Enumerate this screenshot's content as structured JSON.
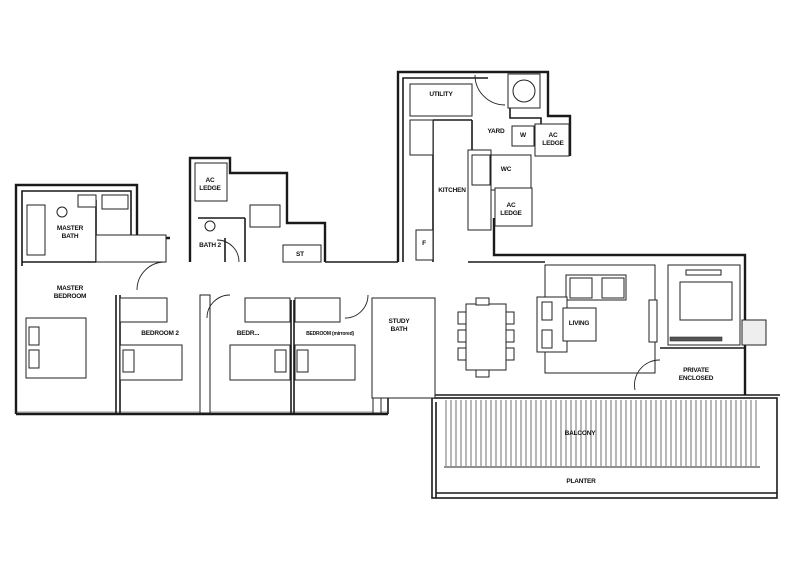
{
  "floor_plan": {
    "type": "residential unit floor plan",
    "rooms": [
      {
        "id": "master_bath",
        "label": "MASTER\nBATH",
        "line1": "MASTER",
        "line2": "BATH"
      },
      {
        "id": "master_bedroom",
        "label": "MASTER\nBEDROOM",
        "line1": "MASTER",
        "line2": "BEDROOM"
      },
      {
        "id": "ac_ledge_1",
        "label": "AC\nLEDGE",
        "line1": "AC",
        "line2": "LEDGE"
      },
      {
        "id": "bath2",
        "label": "BATH 2"
      },
      {
        "id": "st",
        "label": "ST"
      },
      {
        "id": "utility",
        "label": "UTILITY"
      },
      {
        "id": "yard",
        "label": "YARD"
      },
      {
        "id": "washer",
        "label": "W"
      },
      {
        "id": "ac_ledge_2",
        "label": "AC\nLEDGE",
        "line1": "AC",
        "line2": "LEDGE"
      },
      {
        "id": "wc",
        "label": "WC"
      },
      {
        "id": "ac_ledge_3",
        "label": "AC\nLEDGE",
        "line1": "AC",
        "line2": "LEDGE"
      },
      {
        "id": "kitchen",
        "label": "KITCHEN"
      },
      {
        "id": "fridge",
        "label": "F"
      },
      {
        "id": "bedroom2",
        "label": "BEDROOM 2"
      },
      {
        "id": "bedroom3",
        "label": "BEDR..."
      },
      {
        "id": "bedroom4",
        "label": "BEDROOM (mirrored)"
      },
      {
        "id": "study",
        "label": "STUDY\nBATH",
        "line1": "STUDY",
        "line2": "BATH"
      },
      {
        "id": "living",
        "label": "LIVING"
      },
      {
        "id": "private_enclosed",
        "label": "PRIVATE\nENCLOSED",
        "line1": "PRIVATE",
        "line2": "ENCLOSED"
      },
      {
        "id": "balcony",
        "label": "BALCONY"
      },
      {
        "id": "planter",
        "label": "PLANTER"
      }
    ]
  }
}
